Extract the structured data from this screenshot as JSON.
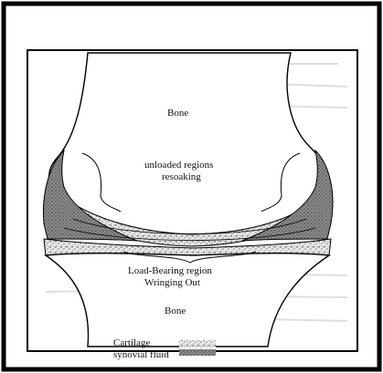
{
  "labels": {
    "bone_top": "Bone",
    "unloaded_line1": "unloaded regions",
    "unloaded_line2": "resoaking",
    "load_line1": "Load-Bearing region",
    "load_line2": "Wringing Out",
    "bone_bottom": "Bone"
  },
  "legend": {
    "cartilage": "Cartilage",
    "synovial_fluid": "synovial fluid"
  },
  "colors": {
    "outer_border": "#000000",
    "inner_border": "#000000",
    "cartilage": "#b0b0b0",
    "synovial_fluid": "#6f6f6f",
    "bone_fill": "#ffffff"
  }
}
